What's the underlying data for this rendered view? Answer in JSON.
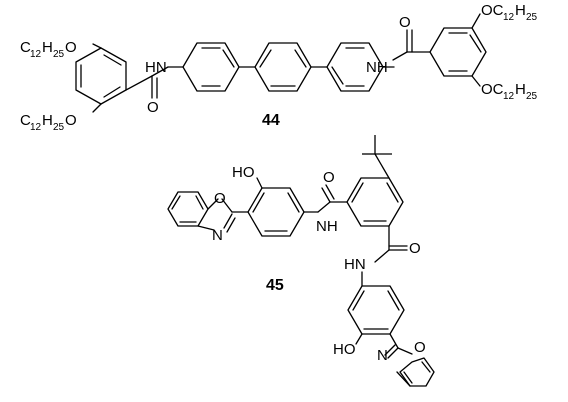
{
  "compounds": [
    {
      "id": "44",
      "substituents": {
        "left_top": {
          "prefix": "C",
          "n1": "12",
          "mid": "H",
          "n2": "25",
          "suffix": "O"
        },
        "left_bottom": {
          "prefix": "C",
          "n1": "12",
          "mid": "H",
          "n2": "25",
          "suffix": "O"
        },
        "right_top": {
          "prefix": "OC",
          "n1": "12",
          "mid": "H",
          "n2": "25"
        },
        "right_bottom": {
          "prefix": "OC",
          "n1": "12",
          "mid": "H",
          "n2": "25"
        }
      },
      "labels": {
        "nh_left": "HN",
        "nh_right": "NH",
        "o_left": "O",
        "o_right": "O"
      }
    },
    {
      "id": "45",
      "labels": {
        "ho_top": "HO",
        "o_benzox_top": "O",
        "n_benzox_top": "N",
        "nh_top": "NH",
        "o_amide_top": "O",
        "o_amide_bottom": "O",
        "hn_bottom": "HN",
        "ho_bottom": "HO",
        "o_benzox_bottom": "O",
        "n_benzox_bottom": "N"
      }
    }
  ]
}
